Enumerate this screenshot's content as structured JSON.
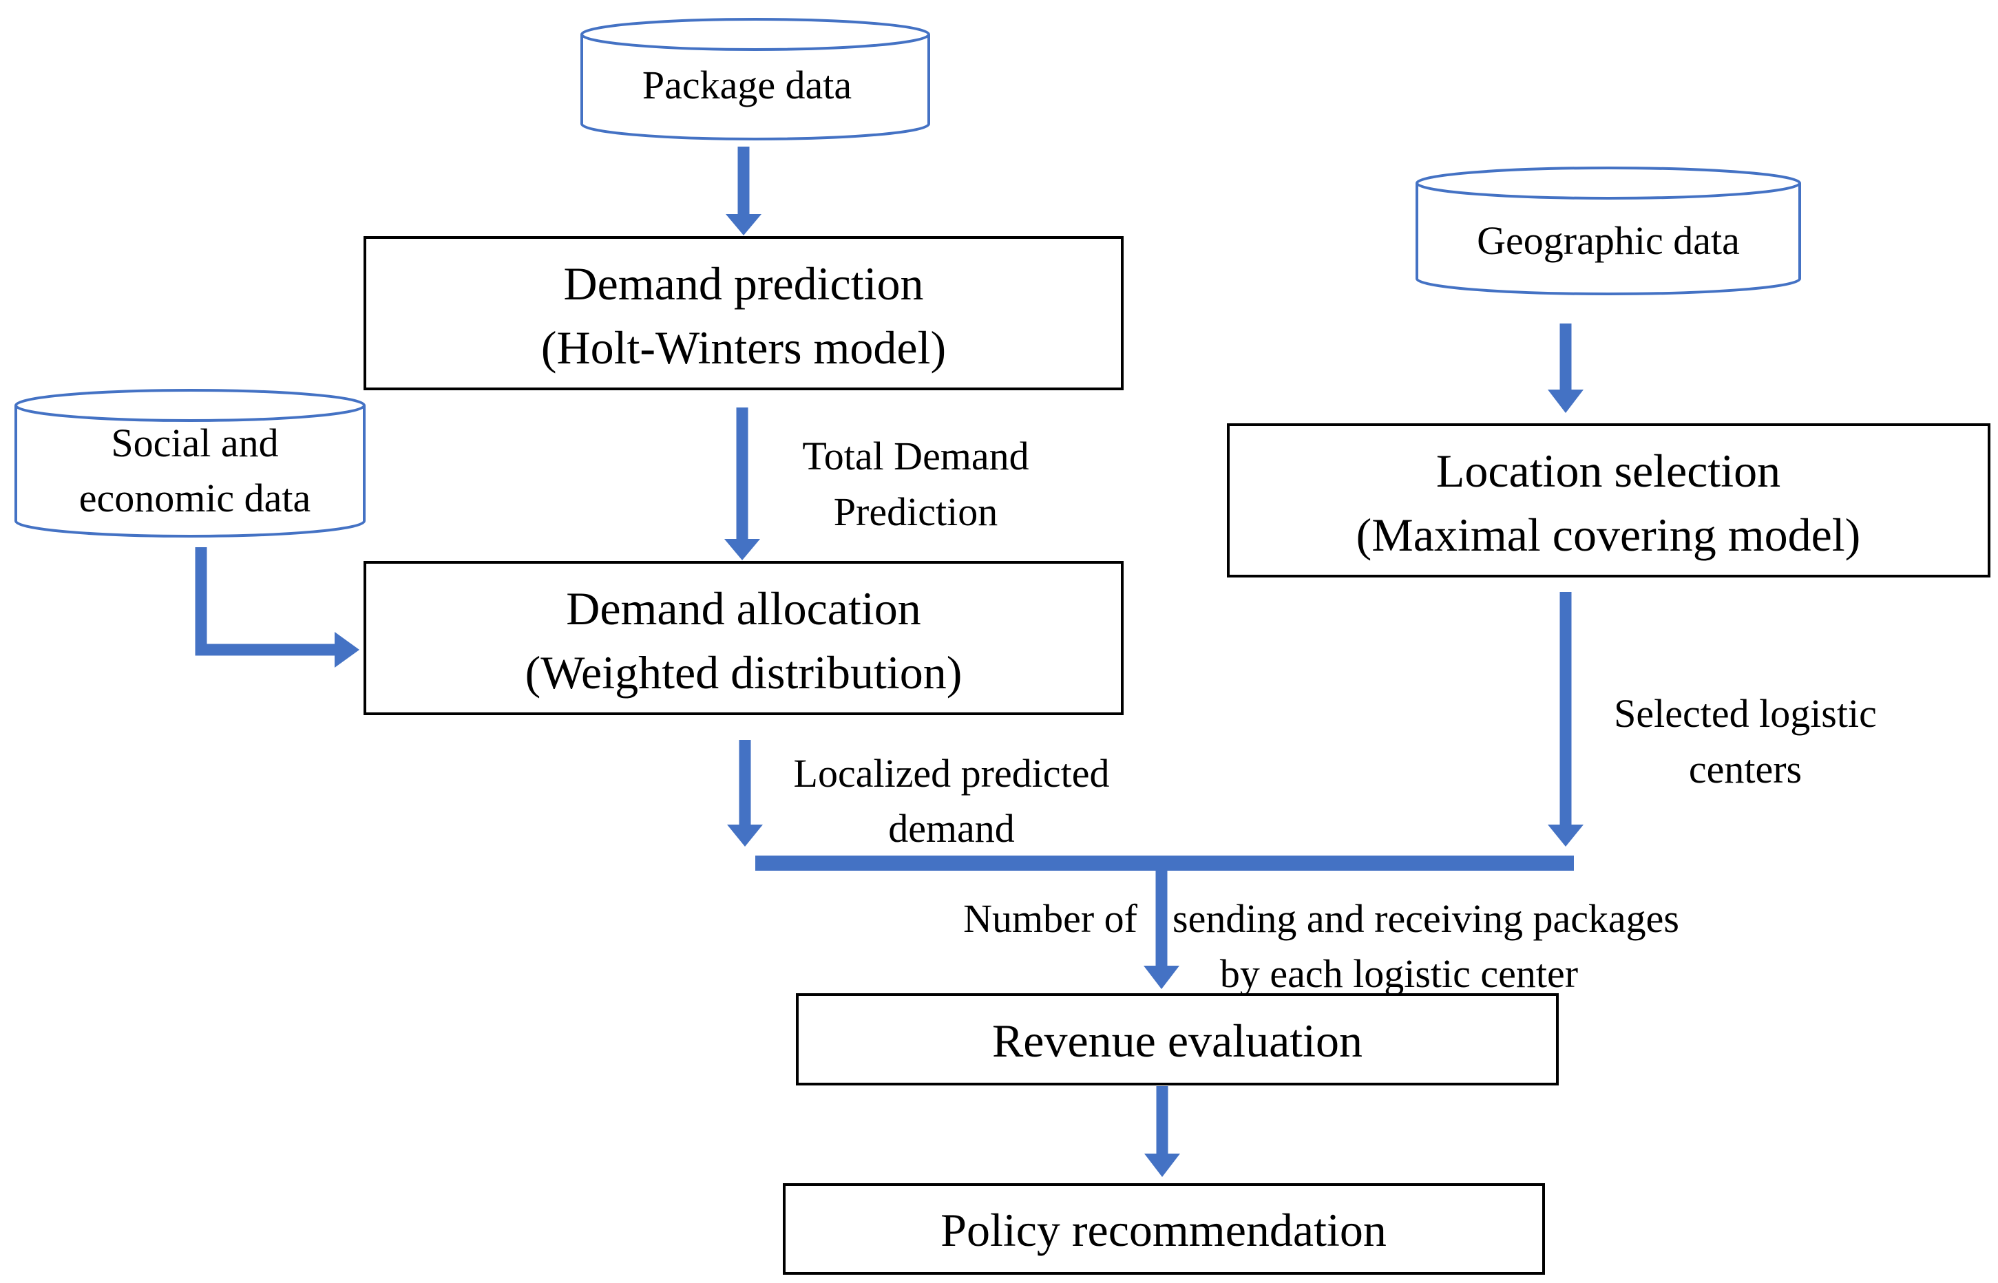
{
  "data_sources": {
    "package": {
      "line1": "Package  data"
    },
    "geographic": {
      "line1": "Geographic  data"
    },
    "social": {
      "line1": "Social  and",
      "line2": "economic  data"
    }
  },
  "processes": {
    "demand_prediction": {
      "line1": "Demand  prediction",
      "line2": "(Holt-Winters  model)"
    },
    "demand_allocation": {
      "line1": "Demand  allocation",
      "line2": "(Weighted  distribution)"
    },
    "location_selection": {
      "line1": "Location  selection",
      "line2": "(Maximal  covering  model)"
    },
    "revenue_evaluation": {
      "line1": "Revenue  evaluation"
    },
    "policy_recommendation": {
      "line1": "Policy  recommendation"
    }
  },
  "flows": {
    "total_demand": {
      "line1": "Total Demand",
      "line2": "Prediction"
    },
    "localized_demand": {
      "line1": "Localized  predicted",
      "line2": "demand"
    },
    "selected_centers": {
      "line1": "Selected  logistic",
      "line2": "centers"
    },
    "packages_count": {
      "line1a": "Number  of",
      "line1b": "sending  and  receiving  packages",
      "line2": "by  each  logistic  center"
    }
  },
  "colors": {
    "arrow": "#4472c4",
    "box_border": "#000000",
    "cylinder_border": "#4472c4"
  }
}
